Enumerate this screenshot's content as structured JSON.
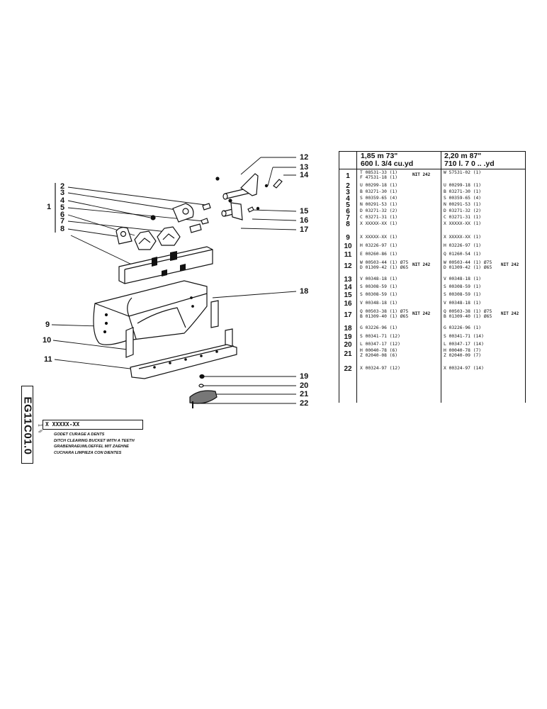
{
  "callouts": {
    "c1": "1",
    "c2": "2",
    "c3": "3",
    "c4": "4",
    "c5": "5",
    "c6": "6",
    "c7": "7",
    "c8": "8",
    "c9": "9",
    "c10": "10",
    "c11": "11",
    "c12": "12",
    "c13": "13",
    "c14": "14",
    "c15": "15",
    "c16": "16",
    "c17": "17",
    "c18": "18",
    "c19": "19",
    "c20": "20",
    "c21": "21",
    "c22": "22"
  },
  "table": {
    "col1_line1": "1,85 m   73\"",
    "col1_line2": "600 l.   3/4 cu.yd",
    "col2_line1": "2,20 m   87\"",
    "col2_line2": "710 l.   7 0 .. .yd",
    "rows": [
      {
        "n": "1",
        "a": "T 08531-33 (1)",
        "a2": "F 47531-18 (1)",
        "an": "NIT 242",
        "b": "W 57531-02 (1)",
        "b2": "",
        "bn": ""
      },
      {
        "n": "2",
        "a": "U 00299-18 (1)",
        "a2": "",
        "an": "",
        "b": "U 00299-18 (1)",
        "b2": "",
        "bn": ""
      },
      {
        "n": "3",
        "a": "B 03271-30 (1)",
        "a2": "",
        "an": "",
        "b": "B 03271-30 (1)",
        "b2": "",
        "bn": ""
      },
      {
        "n": "4",
        "a": "S 00359-65 (4)",
        "a2": "",
        "an": "",
        "b": "S 00359-65 (4)",
        "b2": "",
        "bn": ""
      },
      {
        "n": "5",
        "a": "N 00291-53 (1)",
        "a2": "",
        "an": "",
        "b": "N 00291-53 (1)",
        "b2": "",
        "bn": ""
      },
      {
        "n": "6",
        "a": "D 03271-32 (2)",
        "a2": "",
        "an": "",
        "b": "D 03271-32 (2)",
        "b2": "",
        "bn": ""
      },
      {
        "n": "7",
        "a": "C 03271-31 (1)",
        "a2": "",
        "an": "",
        "b": "C 03271-31 (1)",
        "b2": "",
        "bn": ""
      },
      {
        "n": "8",
        "a": "X XXXXX-XX (1)",
        "a2": "",
        "an": "",
        "b": "X XXXXX-XX (1)",
        "b2": "",
        "bn": ""
      },
      {
        "n": "9",
        "a": "X XXXXX-XX (1)",
        "a2": "",
        "an": "",
        "b": "X XXXXX-XX (1)",
        "b2": "",
        "bn": ""
      },
      {
        "n": "10",
        "a": "H 03226-97 (1)",
        "a2": "",
        "an": "",
        "b": "H 03226-97 (1)",
        "b2": "",
        "bn": ""
      },
      {
        "n": "11",
        "a": "E 00260-86 (1)",
        "a2": "",
        "an": "",
        "b": "Q 01260-54 (1)",
        "b2": "",
        "bn": ""
      },
      {
        "n": "12",
        "a": "W 00503-44 (1) Ø75",
        "a2": "D 01309-42 (1) Ø65",
        "an": "NIT 242",
        "b": "W 00503-44 (1) Ø75",
        "b2": "D 01309-42 (1) Ø65",
        "bn": "NIT 242"
      },
      {
        "n": "13",
        "a": "V 00348-18 (1)",
        "a2": "",
        "an": "",
        "b": "V 00348-18 (1)",
        "b2": "",
        "bn": ""
      },
      {
        "n": "14",
        "a": "S 00308-59 (1)",
        "a2": "",
        "an": "",
        "b": "S 00308-59 (1)",
        "b2": "",
        "bn": ""
      },
      {
        "n": "15",
        "a": "S 00308-59 (1)",
        "a2": "",
        "an": "",
        "b": "S 00308-59 (1)",
        "b2": "",
        "bn": ""
      },
      {
        "n": "16",
        "a": "V 00348-18 (1)",
        "a2": "",
        "an": "",
        "b": "V 00348-18 (1)",
        "b2": "",
        "bn": ""
      },
      {
        "n": "17",
        "a": "Q 00503-38 (1) Ø75",
        "a2": "B 01309-40 (1) Ø65",
        "an": "NIT 242",
        "b": "Q 00503-38 (1) Ø75",
        "b2": "B 01309-40 (1) Ø65",
        "bn": "NIT 242"
      },
      {
        "n": "18",
        "a": "G 03226-96 (1)",
        "a2": "",
        "an": "",
        "b": "G 03226-96 (1)",
        "b2": "",
        "bn": ""
      },
      {
        "n": "19",
        "a": "S 00341-71 (12)",
        "a2": "",
        "an": "",
        "b": "S 00341-71 (14)",
        "b2": "",
        "bn": ""
      },
      {
        "n": "20",
        "a": "L 00347-17 (12)",
        "a2": "",
        "an": "",
        "b": "L 00347-17 (14)",
        "b2": "",
        "bn": ""
      },
      {
        "n": "21",
        "a": "H 00040-78 (6)",
        "a2": "Z 02040-08 (6)",
        "an": "",
        "b": "H 00040-78 (7)",
        "b2": "Z 02040-09 (7)",
        "bn": ""
      },
      {
        "n": "22",
        "a": "X 00324-97 (12)",
        "a2": "",
        "an": "",
        "b": "X 00324-97 (14)",
        "b2": "",
        "bn": ""
      }
    ]
  },
  "title_block": {
    "doc_code": "EG11C01.0",
    "sheet_ref": "1 %",
    "part_code": "X XXXXX-XX",
    "title_fr": "GODET CURAGE A DENTS",
    "title_en": "DITCH CLEARING BUCKET WITH A TEETH",
    "title_de": "GRABENRAEUMLOEFFEL MIT ZAEHNE",
    "title_es": "CUCHARA LIMPIEZA CON DIENTES"
  }
}
